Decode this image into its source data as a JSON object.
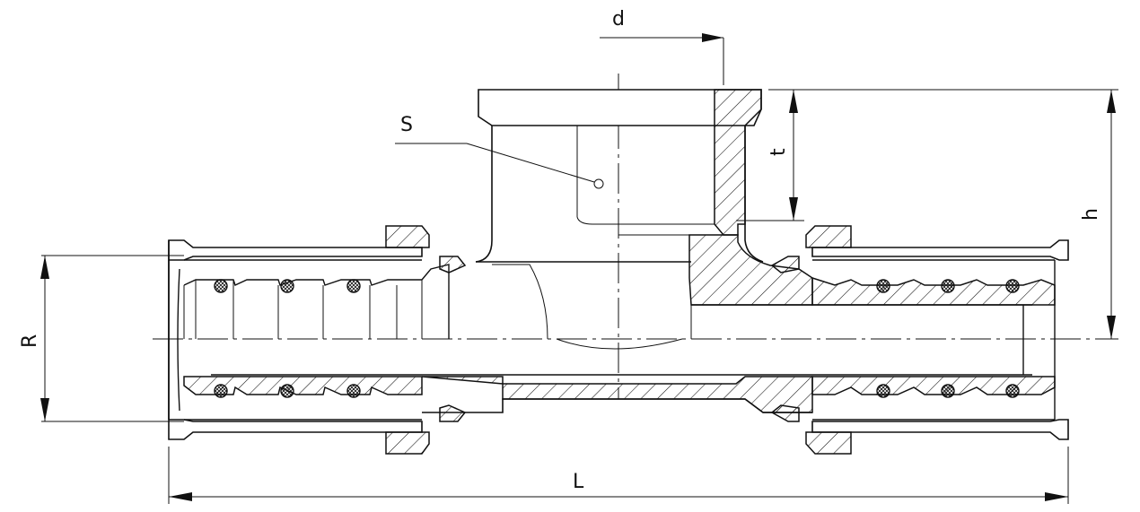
{
  "labels": {
    "d": "d",
    "S": "S",
    "t": "t",
    "h": "h",
    "R": "R",
    "L": "L"
  },
  "colors": {
    "line": "#111111",
    "background": "#ffffff"
  }
}
